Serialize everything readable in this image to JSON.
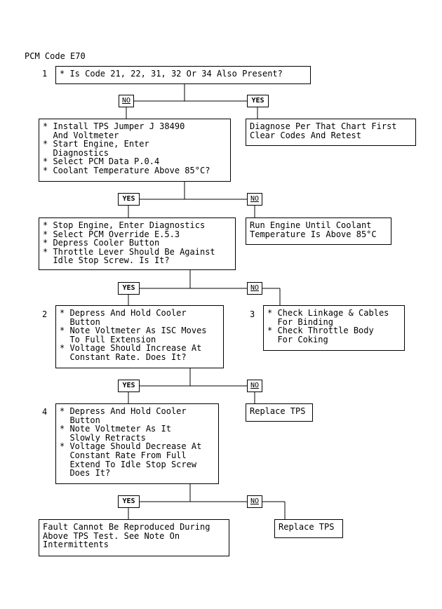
{
  "header": "PCM Code E70",
  "steps": {
    "s1": "1",
    "s2": "2",
    "s3": "3",
    "s4": "4"
  },
  "boxes": {
    "q1": "* Is Code 21, 22, 31, 32 Or 34 Also Present?",
    "a_install": "* Install TPS Jumper J 38490\n  And Voltmeter\n* Start Engine, Enter\n  Diagnostics\n* Select PCM Data P.0.4\n* Coolant Temperature Above 85°C?",
    "a_diagnose": "Diagnose Per That Chart First\nClear Codes And Retest",
    "b_stop": "* Stop Engine, Enter Diagnostics\n* Select PCM Override E.5.3\n* Depress Cooler Button\n* Throttle Lever Should Be Against\n  Idle Stop Screw. Is It?",
    "b_run": "Run Engine Until Coolant\nTemperature Is Above 85°C",
    "c_depress": "* Depress And Hold Cooler\n  Button\n* Note Voltmeter As ISC Moves\n  To Full Extension\n* Voltage Should Increase At\n  Constant Rate. Does It?",
    "c_check": "* Check Linkage & Cables\n  For Binding\n* Check Throttle Body\n  For Coking",
    "d_depress": "* Depress And Hold Cooler\n  Button\n* Note Voltmeter As It\n  Slowly Retracts\n* Voltage Should Decrease At\n  Constant Rate From Full\n  Extend To Idle Stop Screw\n  Does It?",
    "d_replace": "Replace TPS",
    "e_fault": "Fault Cannot Be Reproduced During\nAbove TPS Test. See Note On\nIntermittents",
    "e_replace": "Replace TPS"
  },
  "tags": {
    "no_label": "NO",
    "yes_label": "YES"
  }
}
